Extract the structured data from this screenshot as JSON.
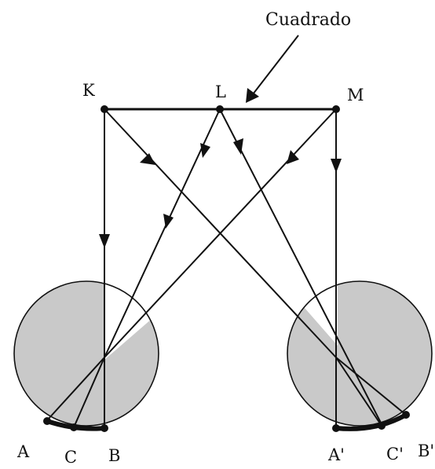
{
  "labels": {
    "square": "Cuadrado",
    "K": "K",
    "L": "L",
    "M": "M",
    "A": "A",
    "C": "C",
    "B": "B",
    "A_prime": "A'",
    "C_prime": "C'",
    "B_prime": "B'"
  },
  "colors": {
    "ink": "#111111",
    "shading": "#c9c9c9",
    "background": "#ffffff"
  }
}
